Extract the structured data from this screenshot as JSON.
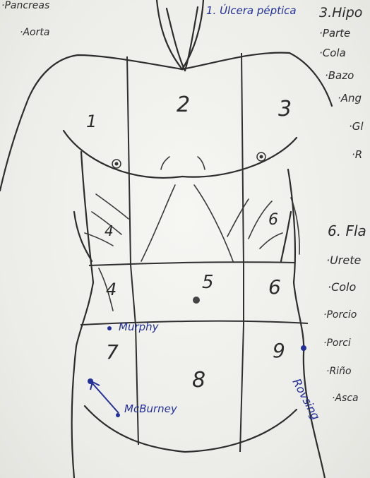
{
  "notes_left": [
    "·Pancreas",
    "·Aorta"
  ],
  "note_ulcer": "1. Úlcera péptica",
  "note_3_title": "3.Hipo",
  "notes_right_top": [
    "·Parte",
    "·Cola",
    "·Bazo",
    "·Ang",
    "·Gl",
    "·R"
  ],
  "note_6_title": "6. Fla",
  "notes_right_bottom": [
    "·Urete",
    "·Colo",
    "·Porcio",
    "·Porci",
    "·Riño",
    "·Asca"
  ],
  "regions": [
    "1",
    "2",
    "3",
    "4",
    "5",
    "6",
    "7",
    "8",
    "9"
  ],
  "region_4_upper": "4",
  "region_6_upper": "6",
  "signs": {
    "murphy": "Murphy",
    "mcburney": "McBurney",
    "rovsing": "Rovsing"
  },
  "colors": {
    "pencil": "#2b2b2b",
    "ink_blue": "#23309a",
    "paper": "#f1f1ee"
  }
}
